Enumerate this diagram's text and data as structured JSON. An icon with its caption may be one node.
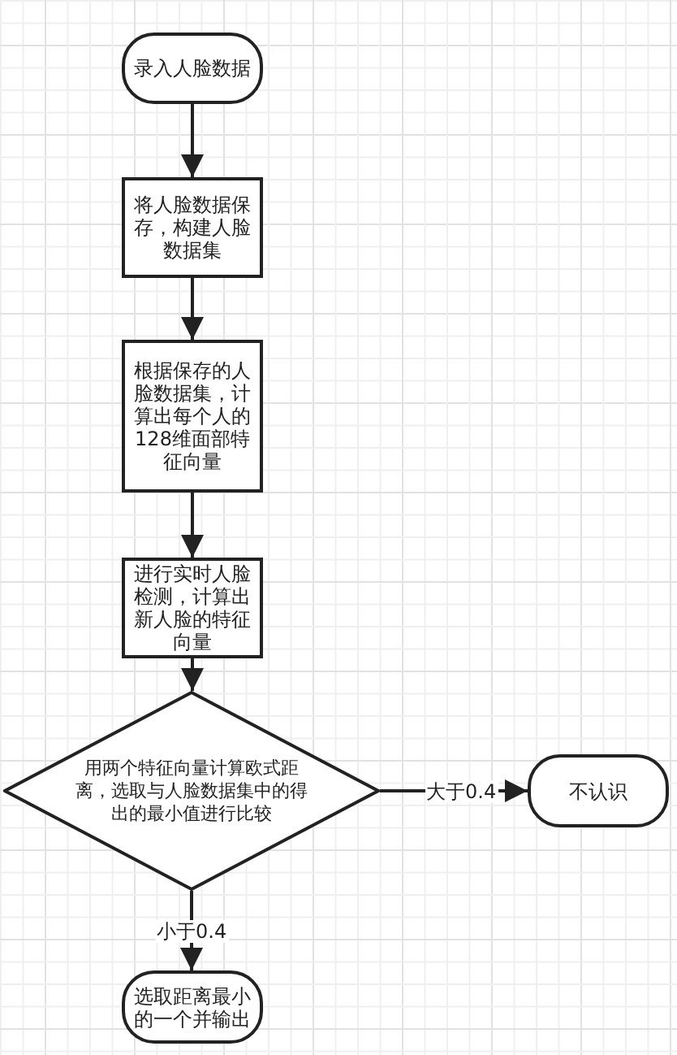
{
  "diagram": {
    "nodes": [
      {
        "text": [
          "录入人脸数据"
        ]
      },
      {
        "text": [
          "将人脸数据保存，构建人脸数据集"
        ]
      },
      {
        "text": [
          "根据保存的人脸数据集，计算出每个人的128维面部特征向量"
        ]
      },
      {
        "text": [
          "进行实时人脸检测，计算出新人脸的特征向量"
        ]
      },
      {
        "text": [
          "用两个特征向量计算欧式距离，选取与人脸数据集中的得出的最小值进行比较"
        ]
      },
      {
        "text": [
          "不认识"
        ]
      },
      {
        "text": [
          "选取距离最小的一个并输出"
        ]
      }
    ],
    "edges": [
      {
        "from": 0,
        "to": 1,
        "arrow": "to"
      },
      {
        "from": 1,
        "to": 2,
        "arrow": "to"
      },
      {
        "from": 2,
        "to": 3,
        "arrow": "to"
      },
      {
        "from": 3,
        "to": 4,
        "arrow": "to"
      },
      {
        "from": 4,
        "to": 5,
        "arrow": "to",
        "label": "大于0.4"
      },
      {
        "from": 4,
        "to": 6,
        "arrow": "to",
        "label": "小于0.4"
      }
    ]
  }
}
